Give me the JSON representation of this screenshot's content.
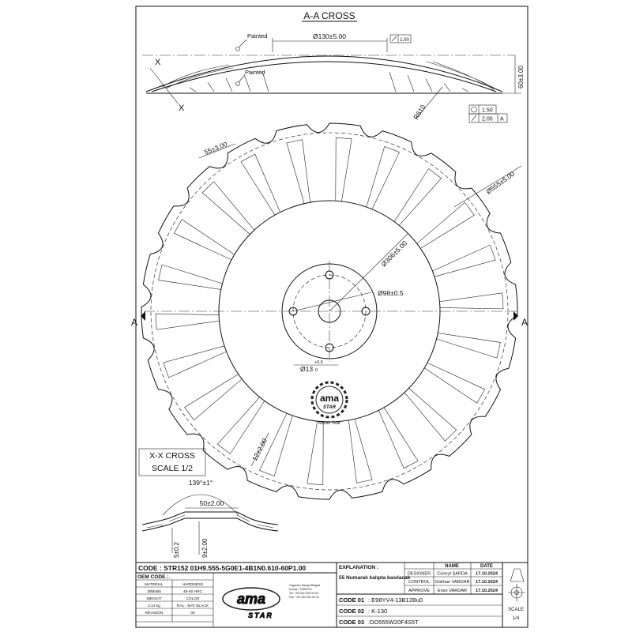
{
  "cross_section": {
    "title": "A-A CROSS",
    "painted_top": "Painted",
    "painted_bottom": "Painted",
    "dim_top": "Ø130±5.00",
    "flatness_box": "1.00",
    "height": "60±3.00",
    "radius": "R610",
    "tolerance_rows": [
      {
        "value": "1.50",
        "ref": ""
      },
      {
        "value": "2.00",
        "ref": "A"
      }
    ],
    "x_marker_top": "X",
    "x_marker_bottom": "X"
  },
  "front_view": {
    "dim_notch": "55±3.00",
    "dim_outer": "Ø555±5.00",
    "dim_inner": "Ø306±5.00",
    "dim_bolt_circle": "Ø98±0.5",
    "dim_hole": "Ø13",
    "dim_hole_tol_upper": "+0.5",
    "dim_hole_tol_lower": "0",
    "dim_thickness": "12±2.00",
    "section_left": "A",
    "section_right": "A",
    "stamp_logo": "ama",
    "stamp_sub": "STAR",
    "stamp_caption": "Month Year",
    "notch_count": 22
  },
  "detail": {
    "title_line1": "X-X CROSS",
    "title_line2": "SCALE 1/2",
    "dim_angle": "139°±1°",
    "dim_width": "50±2.00",
    "dim_thickness": "5±0.2",
    "dim_depth": "9±2.00"
  },
  "title_block": {
    "code_line": "CODE : STR152 01H9.555-5G0E1-4B1N0.610-60P1.00",
    "oem_code_label": "OEM CODE :",
    "oem_code_value": ".....",
    "specs": [
      {
        "label": "MATERIAL",
        "value": "HARDNESS"
      },
      {
        "label": "30MnB5",
        "value": "48-50 HRC"
      },
      {
        "label": "WEIGHT",
        "value": "COLOR"
      },
      {
        "label": "3.14 kg",
        "value": "RAL - MAT BLACK"
      },
      {
        "label": "REVISION",
        "value": "00"
      }
    ],
    "logo_main": "ama",
    "logo_sub": "STAR",
    "address_lines": [
      "Organize Sanayi Bölgesi",
      "Konya / TÜRKİYE",
      "Tel: +90 332 000 00 00",
      "Fax: +90 332 000 00 01"
    ],
    "explanation_label": "EXPLANATION :",
    "explanation_text": "55 Numaralı kalıpta basılacak",
    "people_header": {
      "role": "",
      "name": "NAME",
      "date": "DATE"
    },
    "people": [
      {
        "role": "DESIGNER",
        "name": "Cüneyt ŞARDA",
        "date": "17.10.2024"
      },
      {
        "role": "CONTROL",
        "name": "Gökhan VARDAR",
        "date": "17.10.2024"
      },
      {
        "role": "APPROVE",
        "name": "Ersin VARDAR",
        "date": "17.10.2024"
      }
    ],
    "codes": [
      {
        "label": "CODE 01",
        "value": ": E98YV4-13B12Bu0"
      },
      {
        "label": "CODE 02",
        "value": ": K-130"
      },
      {
        "label": "CODE 03",
        "value": ":DO555W20F4S5T"
      }
    ],
    "scale_label": "SCALE",
    "scale_value": "1/4"
  }
}
